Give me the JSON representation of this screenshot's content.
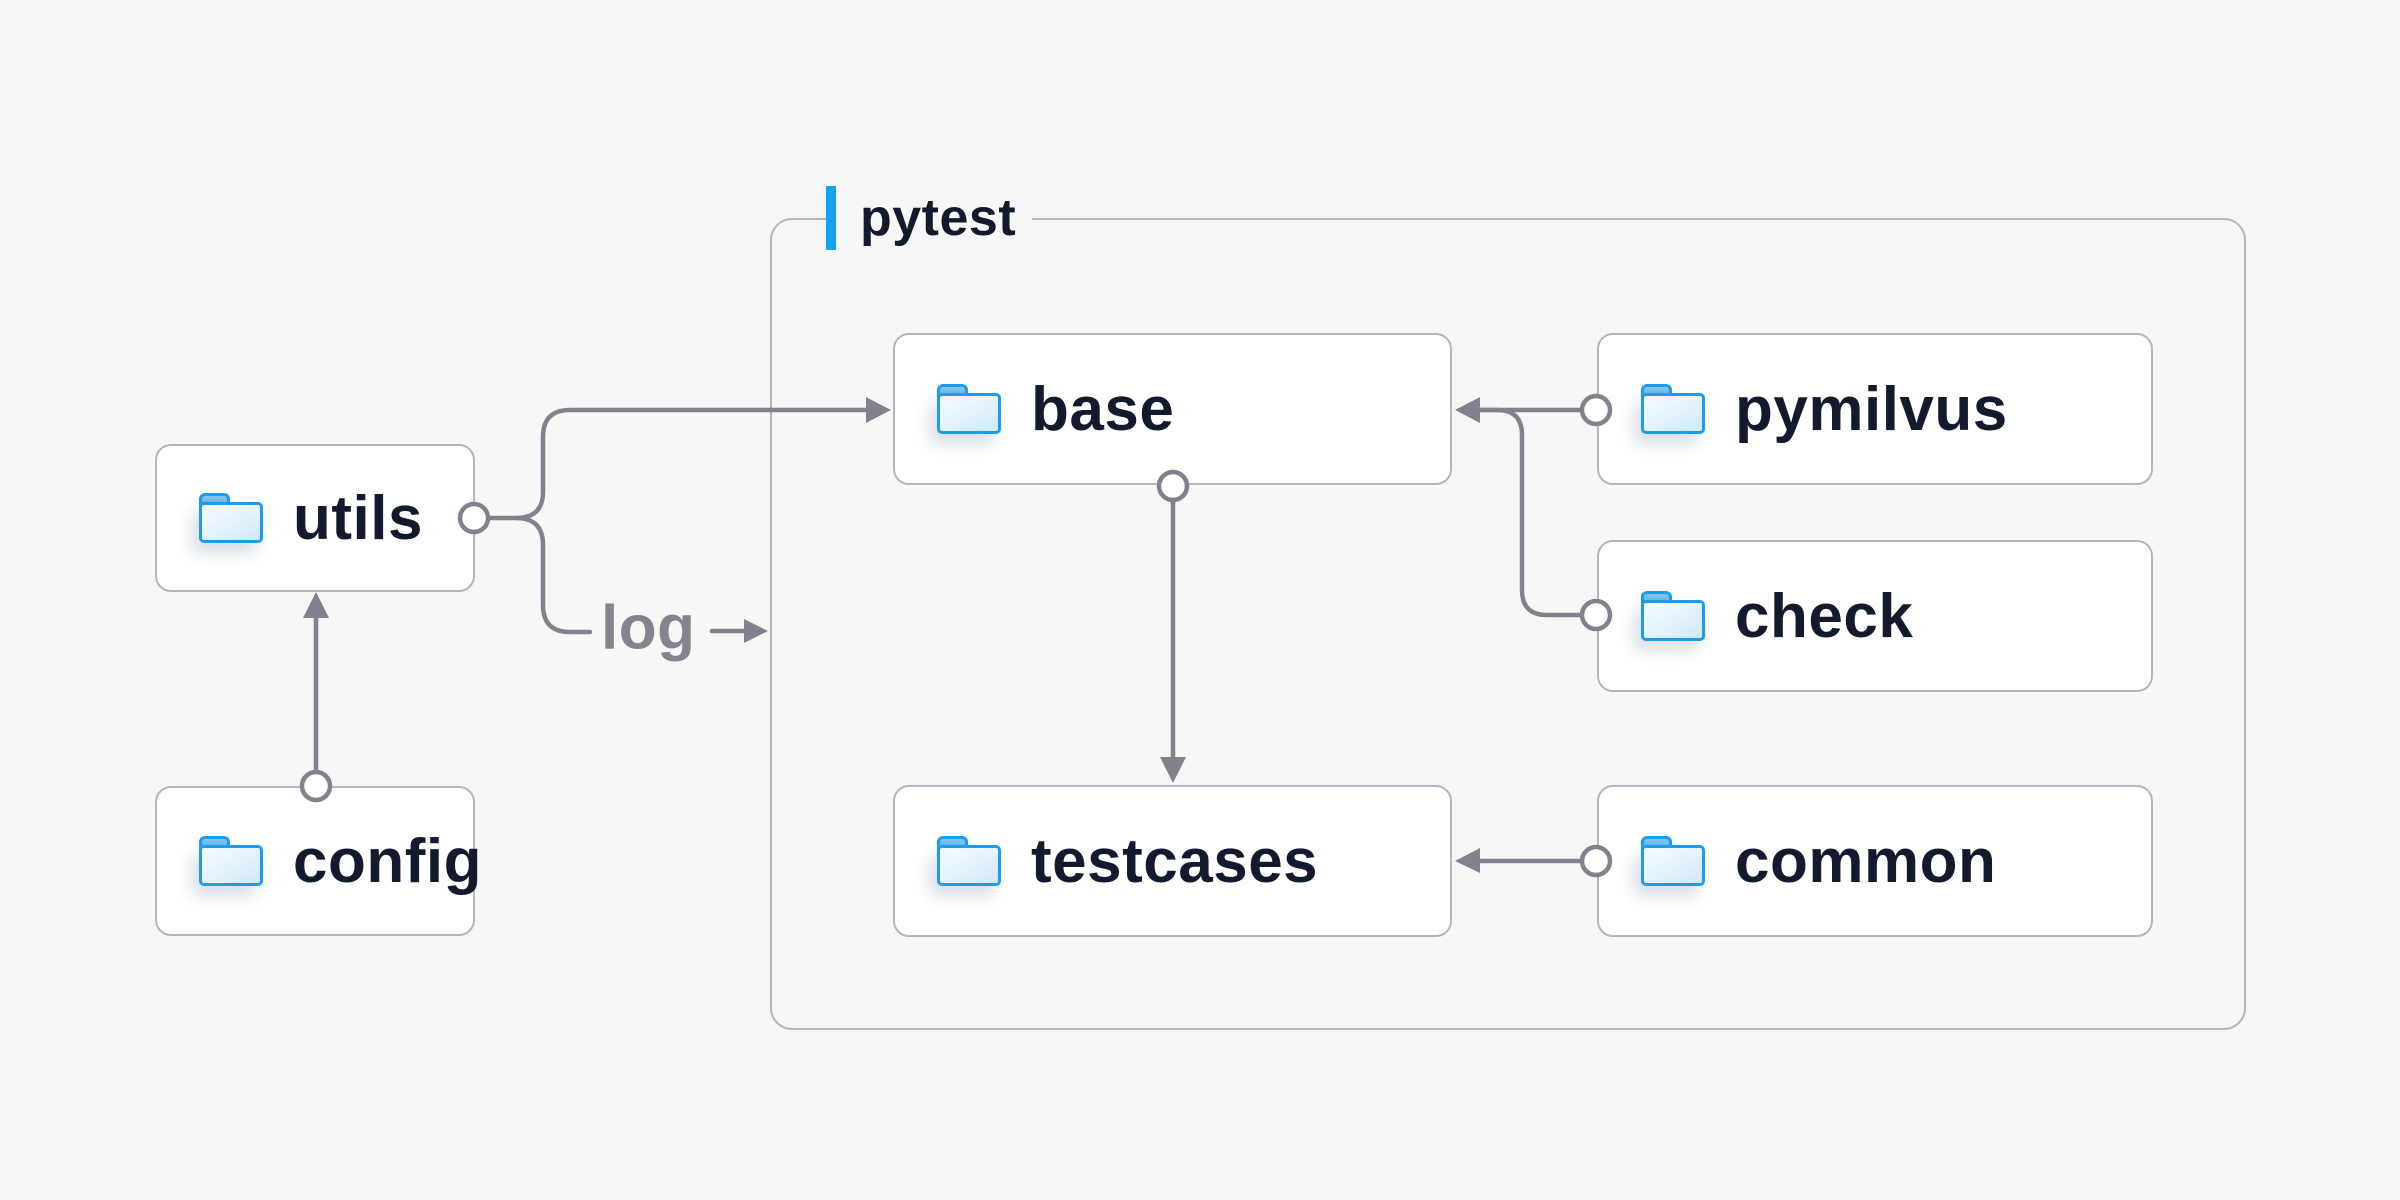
{
  "diagram": {
    "group": {
      "label": "pytest",
      "accent_color": "#15A2F0"
    },
    "nodes": [
      {
        "id": "utils",
        "label": "utils",
        "icon": "folder-icon"
      },
      {
        "id": "config",
        "label": "config",
        "icon": "folder-icon"
      },
      {
        "id": "base",
        "label": "base",
        "icon": "folder-icon",
        "group": "pytest"
      },
      {
        "id": "pymilvus",
        "label": "pymilvus",
        "icon": "folder-icon",
        "group": "pytest"
      },
      {
        "id": "check",
        "label": "check",
        "icon": "folder-icon",
        "group": "pytest"
      },
      {
        "id": "testcases",
        "label": "testcases",
        "icon": "folder-icon",
        "group": "pytest"
      },
      {
        "id": "common",
        "label": "common",
        "icon": "folder-icon",
        "group": "pytest"
      }
    ],
    "edges": [
      {
        "from": "config",
        "to": "utils",
        "label": ""
      },
      {
        "from": "utils",
        "to": "base",
        "label": ""
      },
      {
        "from": "utils",
        "to": "pytest",
        "label": "log"
      },
      {
        "from": "pymilvus",
        "to": "base",
        "label": ""
      },
      {
        "from": "check",
        "to": "base",
        "label": ""
      },
      {
        "from": "base",
        "to": "testcases",
        "label": ""
      },
      {
        "from": "common",
        "to": "testcases",
        "label": ""
      }
    ],
    "colors": {
      "background": "#F7F7F8",
      "node_fill": "#FFFFFF",
      "node_border": "#B5B5BF",
      "connector_gray": "#82828E",
      "text_navy": "#131A2E",
      "edge_label_gray": "#84848E",
      "accent_blue": "#15A2F0",
      "folder_blue": "#1D9CEE"
    }
  }
}
